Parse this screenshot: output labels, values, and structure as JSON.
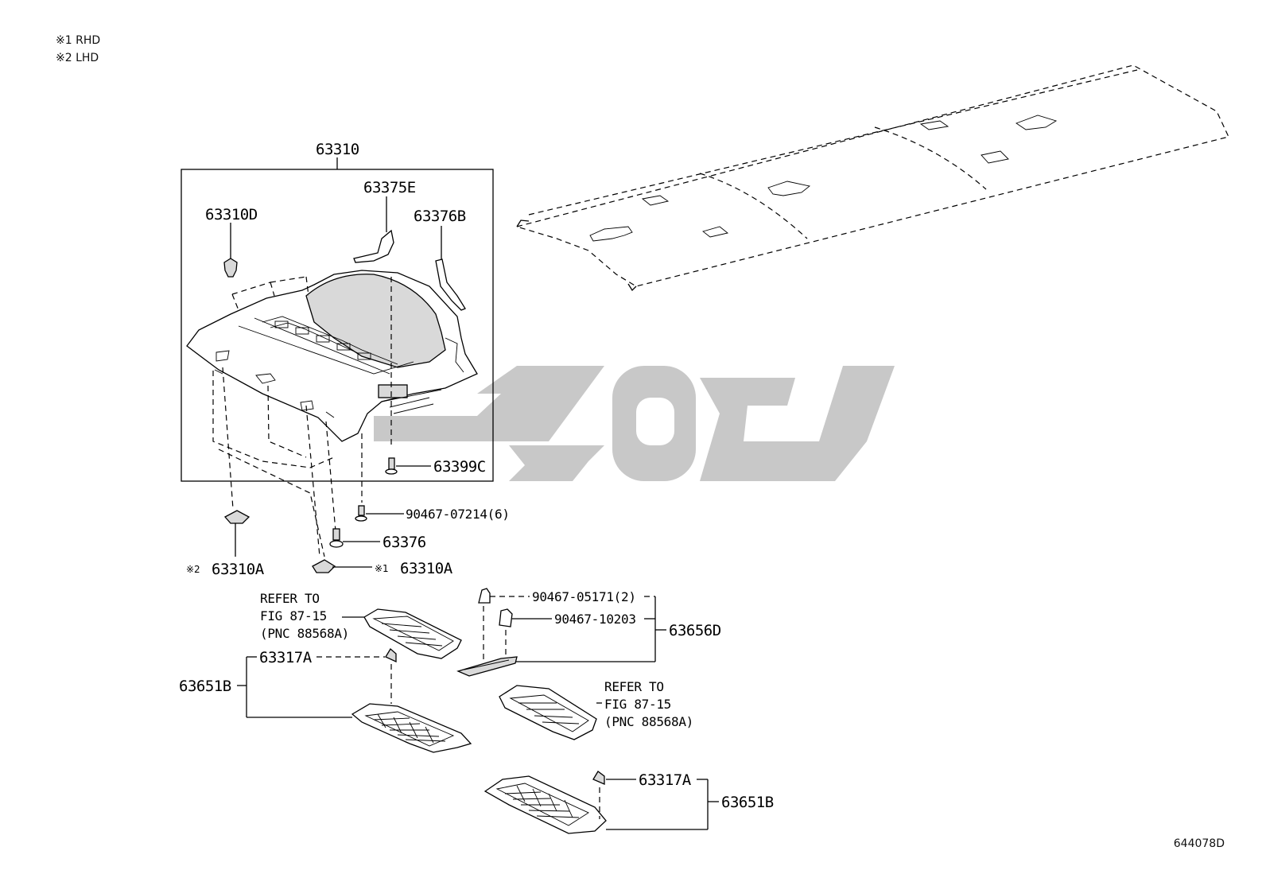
{
  "legend": [
    {
      "marker": "※1",
      "text": "RHD"
    },
    {
      "marker": "※2",
      "text": "LHD"
    }
  ],
  "parts": {
    "p63310": "63310",
    "p63310D": "63310D",
    "p63375E": "63375E",
    "p63376B": "63376B",
    "p63399C": "63399C",
    "p90467_07214": "90467-07214(6)",
    "p63376": "63376",
    "p63310A_lhd": "63310A",
    "p63310A_rhd": "63310A",
    "p90467_05171": "90467-05171(2)",
    "p90467_10203": "90467-10203",
    "p63656D": "63656D",
    "p63317A_1": "63317A",
    "p63651B_1": "63651B",
    "p63317A_2": "63317A",
    "p63651B_2": "63651B"
  },
  "markers": {
    "lhd": "※2",
    "rhd": "※1"
  },
  "refer_left": [
    "REFER TO",
    "FIG 87-15",
    "(PNC 88568A)"
  ],
  "refer_right": [
    "REFER TO",
    "FIG 87-15",
    "(PNC 88568A)"
  ],
  "figure_number": "644078D",
  "watermark_color": "#c8c8c8"
}
